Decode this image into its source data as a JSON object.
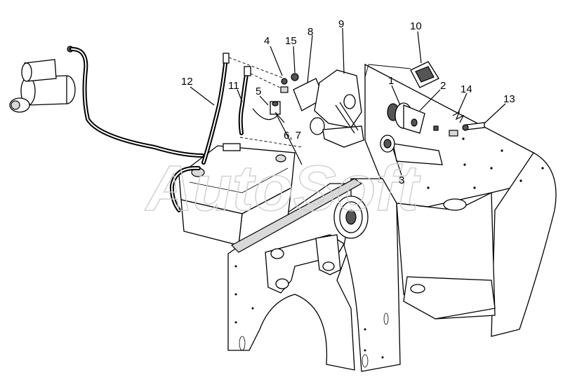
{
  "diagram": {
    "callouts": [
      {
        "id": "1",
        "label": "1"
      },
      {
        "id": "2",
        "label": "2"
      },
      {
        "id": "3",
        "label": "3"
      },
      {
        "id": "4",
        "label": "4"
      },
      {
        "id": "5",
        "label": "5"
      },
      {
        "id": "6-7",
        "label": "6, 7"
      },
      {
        "id": "8",
        "label": "8"
      },
      {
        "id": "9",
        "label": "9"
      },
      {
        "id": "10",
        "label": "10"
      },
      {
        "id": "11",
        "label": "11"
      },
      {
        "id": "12",
        "label": "12"
      },
      {
        "id": "13",
        "label": "13"
      },
      {
        "id": "14",
        "label": "14"
      },
      {
        "id": "15",
        "label": "15"
      }
    ],
    "watermark": "AutoSoft"
  }
}
